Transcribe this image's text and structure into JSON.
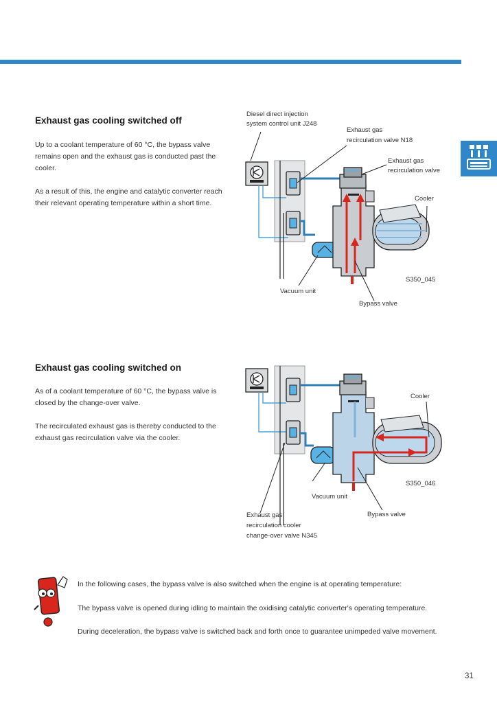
{
  "section1": {
    "heading": "Exhaust gas cooling switched off",
    "paragraphs": [
      "Up to a coolant temperature of 60 °C, the bypass valve remains open and the exhaust gas is conducted past the cooler.",
      "As a result of this, the engine and catalytic converter reach their relevant operating temperature within a short time."
    ]
  },
  "figure1": {
    "labels": {
      "control_unit": [
        "Diesel direct injection",
        "system control unit J248"
      ],
      "egr_valve_n18": [
        "Exhaust gas",
        "recirculation valve N18"
      ],
      "egr_valve": [
        "Exhaust gas",
        "recirculation valve"
      ],
      "cooler": "Cooler",
      "vacuum_unit": "Vacuum unit",
      "bypass_valve": "Bypass valve",
      "code": "S350_045"
    }
  },
  "section2": {
    "heading": "Exhaust gas cooling switched on",
    "paragraphs": [
      "As of a coolant temperature of 60 °C, the bypass valve is closed by the change-over valve.",
      "The recirculated exhaust gas is thereby conducted to the exhaust gas recirculation valve via the cooler."
    ]
  },
  "figure2": {
    "labels": {
      "cooler": "Cooler",
      "code": "S350_046",
      "vacuum_unit": "Vacuum unit",
      "bypass_valve": "Bypass valve",
      "changeover_valve": [
        "Exhaust gas",
        "recirculation cooler",
        "change-over valve N345"
      ]
    }
  },
  "note": {
    "intro": "In the following cases, the bypass valve is also switched when the engine is at operating temperature:",
    "items": [
      "The bypass valve is opened during idling to maintain the oxidising catalytic converter's operating temperature.",
      "During deceleration, the bypass valve is switched back and forth once to guarantee unimpeded valve movement."
    ]
  },
  "page_number": "31",
  "colors": {
    "accent_blue": "#2f86c8",
    "exhaust_red": "#d9261c",
    "coolant_blue": "#9fcbe8",
    "metal_grey": "#c9cdd1"
  }
}
